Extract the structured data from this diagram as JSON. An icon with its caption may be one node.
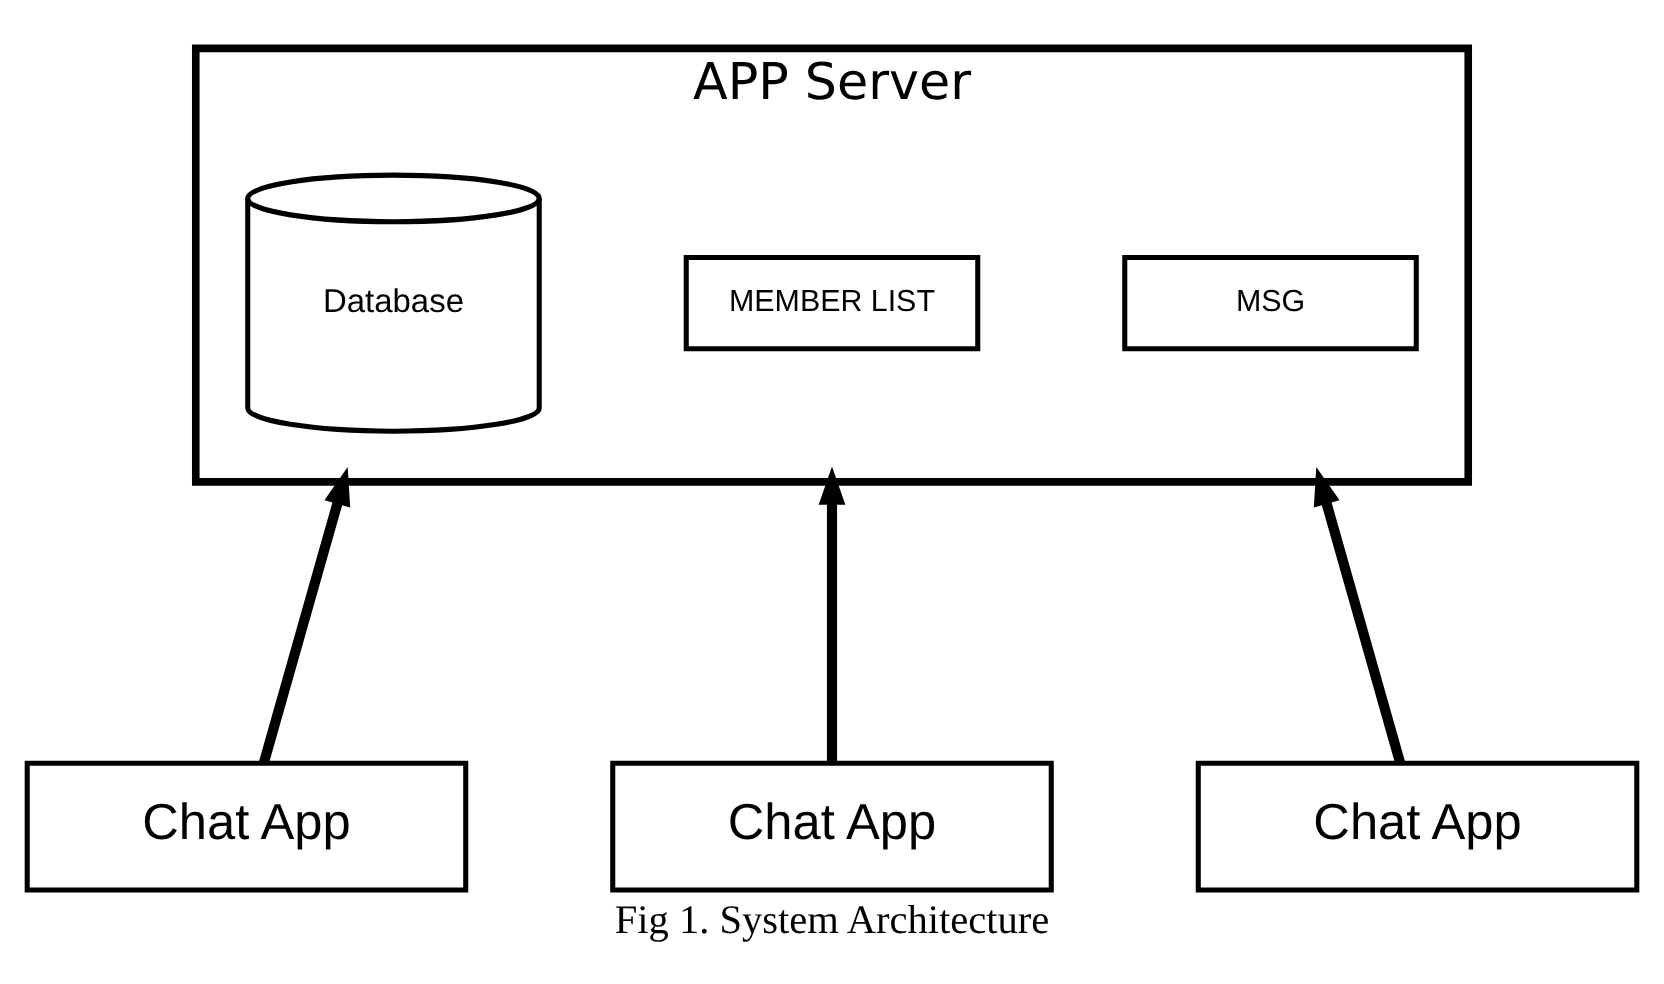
{
  "diagram": {
    "caption": "Fig 1. System Architecture",
    "nodes": [
      {
        "text": [
          "APP Server"
        ]
      },
      {
        "text": [
          "Database"
        ],
        "in": 0
      },
      {
        "text": [
          "MEMBER LIST"
        ],
        "in": 0
      },
      {
        "text": [
          "MSG"
        ],
        "in": 0
      },
      {
        "text": [
          "Chat App"
        ]
      },
      {
        "text": [
          "Chat App"
        ]
      },
      {
        "text": [
          "Chat App"
        ]
      }
    ],
    "edges": [
      {
        "from": 4,
        "to": 0,
        "arrow": "to"
      },
      {
        "from": 5,
        "to": 0,
        "arrow": "to"
      },
      {
        "from": 6,
        "to": 0,
        "arrow": "to"
      }
    ]
  }
}
